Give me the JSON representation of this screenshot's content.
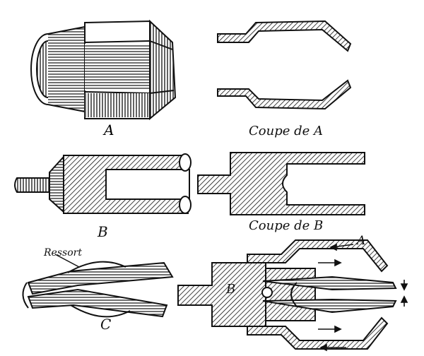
{
  "labels": {
    "fig_a": "A",
    "coupe_a": "Coupe de A",
    "fig_b": "B",
    "coupe_b": "Coupe de B",
    "ressort": "Ressort",
    "fig_c": "C",
    "assembly_a": "A",
    "assembly_b": "B"
  },
  "colors": {
    "ink": "#111111",
    "paper": "#ffffff"
  }
}
